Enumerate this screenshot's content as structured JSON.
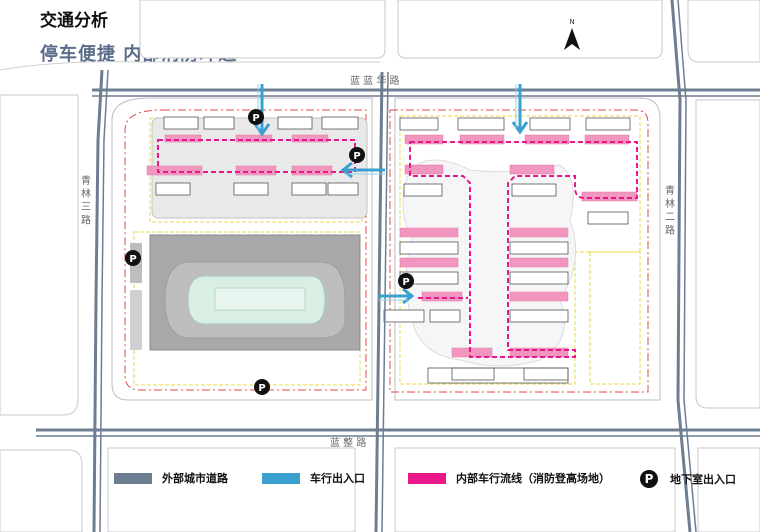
{
  "title": "交通分析",
  "subtitle": "停车便捷  内部消防环通",
  "compass_label": "N",
  "roads": {
    "north_name": "蓝  蓝  华  路",
    "south_name": "蓝    整    路",
    "west_name": "青  林  三  路",
    "east_name": "青  林  二  路"
  },
  "parking_symbol": "P",
  "legend": [
    {
      "label": "外部城市道路",
      "color": "#6d7d92"
    },
    {
      "label": "车行出入口",
      "color": "#3aa0cf"
    },
    {
      "label": "内部车行流线（消防登高场地）",
      "color": "#e8178a"
    },
    {
      "label": "地下室出入口",
      "color": "#111111"
    }
  ]
}
